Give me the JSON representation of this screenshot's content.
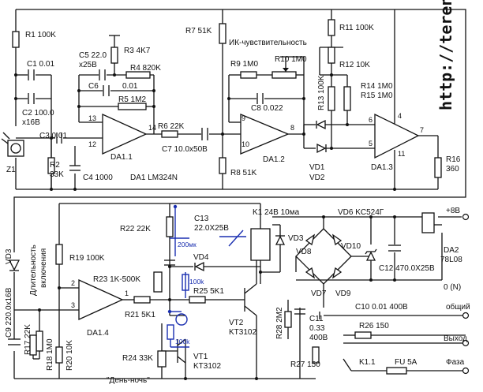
{
  "watermark": "http://teren.ru/",
  "components": {
    "r1": "R1 100K",
    "c1": "C1 0.01",
    "c2": "C2 100.0",
    "c2b": "x16B",
    "c3": "C3 0.01",
    "r2": "R2",
    "r2v": "33K",
    "z1": "Z1",
    "c5": "C5 22.0",
    "c5b": "x25B",
    "r3": "R3 4K7",
    "r4": "R4 820K",
    "c6": "C6",
    "c6v": "0.01",
    "r5": "R5 1M2",
    "c4": "C4 1000",
    "da1_1": "DA1.1",
    "da1": "DA1 LM324N",
    "r6": "R6 22K",
    "c7": "C7 10.0x50B",
    "r7": "R7 51K",
    "ir_sens": "ИК-чувствительность",
    "r10": "R10 1M0",
    "r9": "R9 1M0",
    "c8": "C8 0.022",
    "r8": "R8 51K",
    "da1_2": "DA1.2",
    "r11": "R11 100K",
    "r12": "R12 10K",
    "r13": "R13 100K",
    "r14": "R14 1M0",
    "r15": "R15 1M0",
    "vd1": "VD1",
    "vd2": "VD2",
    "da1_3": "DA1.3",
    "r16": "R16",
    "r16v": "360",
    "vd3l": "VD3",
    "duration": "Длительность",
    "duration2": "включения",
    "r19": "R19 100K",
    "r22": "R22 22K",
    "c13": "C13",
    "c13v": "22.0X25B",
    "k1": "K1  24B 10ма",
    "vd6": "VD6  KC524Г",
    "plus8": "+8B",
    "r23": "R23 1K-500K",
    "vd4": "VD4",
    "vd3": "VD3",
    "vd8": "VD8",
    "vd10": "VD10",
    "c12": "C12 470.0X25B",
    "da2": "DA2",
    "da2v": "78L08",
    "c9": "C9 220.0x16B",
    "r17": "R17 22K",
    "r18": "R18 1M0",
    "r20": "R20 10K",
    "da1_4": "DA1.4",
    "r21": "R21 5K1",
    "r25": "R25 5K1",
    "vd7": "VD7",
    "vd9": "VD9",
    "c10": "C10 0.01 400B",
    "zero": "0 (N)",
    "common": "общий",
    "r28": "R28 2M2",
    "c11": "C11",
    "c11v": "0.33",
    "c11b": "400B",
    "vt2": "VT2",
    "vt2v": "KT3102",
    "r26": "R26 150",
    "out": "Выход",
    "r27": "R27 150",
    "k11": "K1.1",
    "fu": "FU 5A",
    "phase": "Фаза",
    "r24": "R24 33K",
    "vt1": "VT1",
    "vt1v": "KT3102",
    "daynight": "\"День-ночь\"",
    "blue_200mk": "200мк",
    "blue_100k_a": "100k",
    "blue_100k_b": "100k"
  },
  "pins": {
    "p1": "1",
    "p2": "2",
    "p3": "3",
    "p4": "4",
    "p5": "5",
    "p6": "6",
    "p7": "7",
    "p8": "8",
    "p9": "9",
    "p10": "10",
    "p11": "11",
    "p12": "12",
    "p13": "13",
    "p14": "14"
  },
  "colors": {
    "ink": "#111111",
    "annotation": "#1a2fb0",
    "background": "#ffffff"
  }
}
